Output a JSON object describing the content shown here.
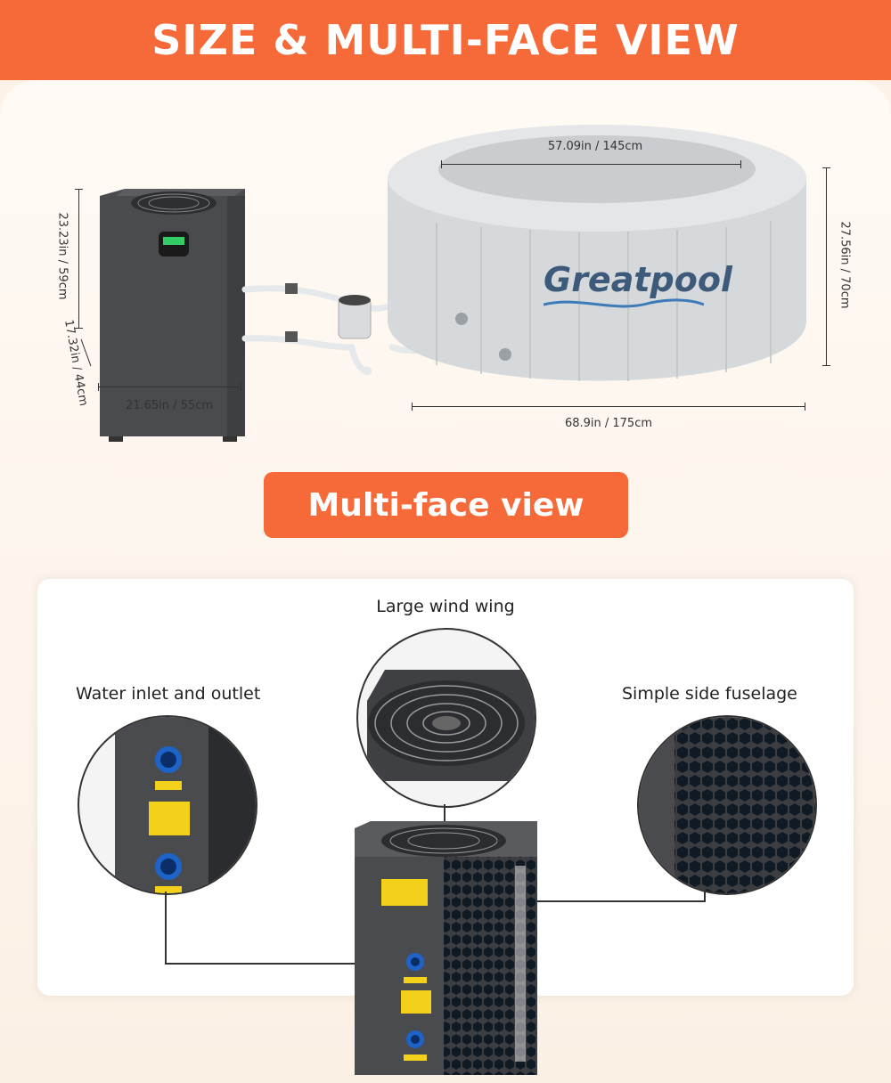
{
  "header": {
    "title": "SIZE & MULTI-FACE VIEW"
  },
  "dimensions": {
    "heater_height": "23.23in / 59cm",
    "heater_depth": "17.32in / 44cm",
    "heater_width": "21.65in / 55cm",
    "tub_inner": "57.09in / 145cm",
    "tub_height": "27.56in / 70cm",
    "tub_outer": "68.9in / 175cm"
  },
  "tub": {
    "brand": "Greatpool"
  },
  "section": {
    "title": "Multi-face view"
  },
  "views": {
    "top": "Large wind wing",
    "left": "Water inlet and outlet",
    "right": "Simple side fuselage"
  },
  "colors": {
    "accent": "#f56a38",
    "unit": "#4a4b4f",
    "tub": "#d6d9db",
    "blue": "#1e63c7"
  }
}
